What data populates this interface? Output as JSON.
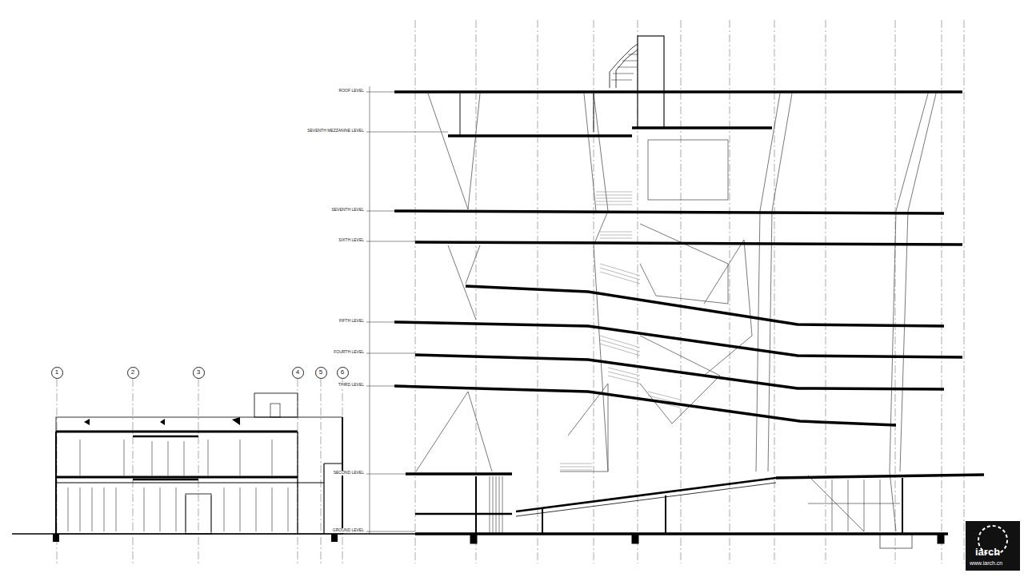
{
  "diagram": {
    "nodes": [
      {
        "text": [
          "1"
        ]
      },
      {
        "text": [
          "2"
        ]
      },
      {
        "text": [
          "3"
        ]
      },
      {
        "text": [
          "4"
        ]
      },
      {
        "text": [
          "5"
        ]
      },
      {
        "text": [
          "6"
        ]
      }
    ],
    "labels": [
      "ROOF LEVEL",
      "SEVENTH MEZZANINE LEVEL",
      "SEVENTH LEVEL",
      "SIXTH LEVEL",
      "FIFTH LEVEL",
      "FOURTH LEVEL",
      "THIRD LEVEL",
      "SECOND LEVEL",
      "GROUND LEVEL",
      "iarch",
      "www.iarch.cn"
    ]
  }
}
